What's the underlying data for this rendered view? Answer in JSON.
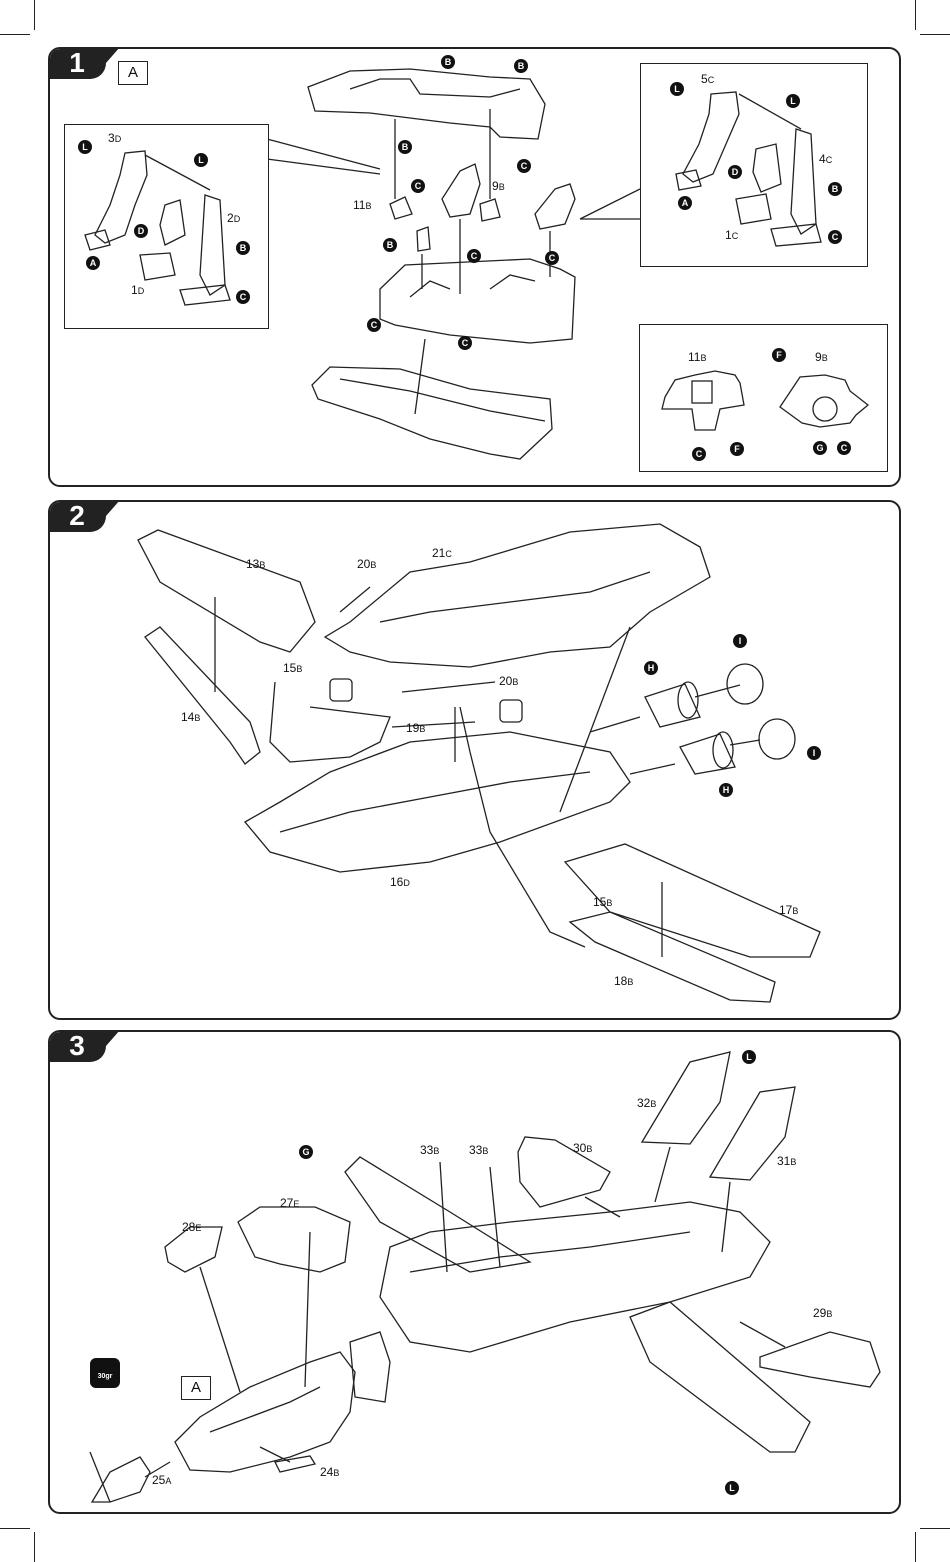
{
  "steps": [
    {
      "number": "1",
      "box_label": "A"
    },
    {
      "number": "2"
    },
    {
      "number": "3",
      "box_label": "A"
    }
  ],
  "step1": {
    "parts": {
      "p3d": "3",
      "p3d_s": "D",
      "p2d": "2",
      "p2d_s": "D",
      "p1d": "1",
      "p1d_s": "D",
      "p11b": "11",
      "p11b_s": "B",
      "p9b": "9",
      "p9b_s": "B",
      "p5c": "5",
      "p5c_s": "C",
      "p4c": "4",
      "p4c_s": "C",
      "p1c": "1",
      "p1c_s": "C",
      "p11b_detail": "11",
      "p11b_detail_s": "B",
      "p9b_detail": "9",
      "p9b_detail_s": "B"
    },
    "callouts": {
      "l": "L",
      "a": "A",
      "b": "B",
      "c": "C",
      "d": "D",
      "f": "F",
      "g": "G"
    }
  },
  "step2": {
    "parts": {
      "p13b": "13",
      "p13b_s": "B",
      "p20b_top": "20",
      "p20b_top_s": "B",
      "p21c": "21",
      "p21c_s": "C",
      "p15b_left": "15",
      "p15b_left_s": "B",
      "p20b_mid": "20",
      "p20b_mid_s": "B",
      "p14b": "14",
      "p14b_s": "B",
      "p19b": "19",
      "p19b_s": "B",
      "p16d": "16",
      "p16d_s": "D",
      "p15b_right": "15",
      "p15b_right_s": "B",
      "p17b": "17",
      "p17b_s": "B",
      "p18b": "18",
      "p18b_s": "B"
    },
    "callouts": {
      "h": "H",
      "i": "I"
    }
  },
  "step3": {
    "parts": {
      "p32b": "32",
      "p32b_s": "B",
      "p31b": "31",
      "p31b_s": "B",
      "p33b_a": "33",
      "p33b_a_s": "B",
      "p33b_b": "33",
      "p33b_b_s": "B",
      "p30b": "30",
      "p30b_s": "B",
      "p27e": "27",
      "p27e_s": "E",
      "p28e": "28",
      "p28e_s": "E",
      "p29b": "29",
      "p29b_s": "B",
      "p24b": "24",
      "p24b_s": "B",
      "p25a": "25",
      "p25a_s": "A"
    },
    "callouts": {
      "l": "L",
      "g": "G"
    },
    "weight_text": "30gr"
  }
}
